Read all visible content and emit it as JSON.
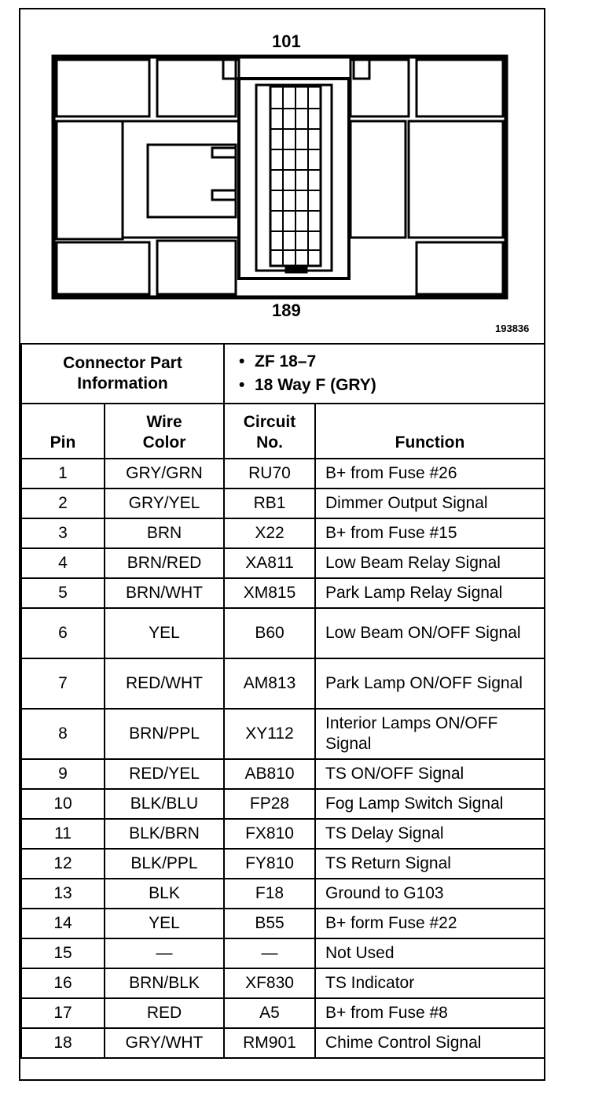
{
  "diagram": {
    "top_label": "101",
    "bottom_label": "189",
    "figure_number": "193836"
  },
  "part_info": {
    "label_line1": "Connector Part",
    "label_line2": "Information",
    "items": [
      "ZF 18–7",
      "18 Way F (GRY)"
    ]
  },
  "headers": {
    "pin": "Pin",
    "wire_l1": "Wire",
    "wire_l2": "Color",
    "circuit_l1": "Circuit",
    "circuit_l2": "No.",
    "function": "Function"
  },
  "rows": [
    {
      "pin": "1",
      "wire": "GRY/GRN",
      "circuit": "RU70",
      "function": "B+ from Fuse #26"
    },
    {
      "pin": "2",
      "wire": "GRY/YEL",
      "circuit": "RB1",
      "function": "Dimmer Output Signal"
    },
    {
      "pin": "3",
      "wire": "BRN",
      "circuit": "X22",
      "function": "B+ from Fuse #15"
    },
    {
      "pin": "4",
      "wire": "BRN/RED",
      "circuit": "XA811",
      "function": "Low Beam Relay Signal"
    },
    {
      "pin": "5",
      "wire": "BRN/WHT",
      "circuit": "XM815",
      "function": "Park Lamp Relay Signal"
    },
    {
      "pin": "6",
      "wire": "YEL",
      "circuit": "B60",
      "function": "Low Beam ON/OFF Signal"
    },
    {
      "pin": "7",
      "wire": "RED/WHT",
      "circuit": "AM813",
      "function": "Park Lamp ON/OFF Signal"
    },
    {
      "pin": "8",
      "wire": "BRN/PPL",
      "circuit": "XY112",
      "function": "Interior Lamps ON/OFF Signal"
    },
    {
      "pin": "9",
      "wire": "RED/YEL",
      "circuit": "AB810",
      "function": "TS ON/OFF Signal"
    },
    {
      "pin": "10",
      "wire": "BLK/BLU",
      "circuit": "FP28",
      "function": "Fog Lamp Switch Signal"
    },
    {
      "pin": "11",
      "wire": "BLK/BRN",
      "circuit": "FX810",
      "function": "TS Delay Signal"
    },
    {
      "pin": "12",
      "wire": "BLK/PPL",
      "circuit": "FY810",
      "function": "TS Return Signal"
    },
    {
      "pin": "13",
      "wire": "BLK",
      "circuit": "F18",
      "function": "Ground to G103"
    },
    {
      "pin": "14",
      "wire": "YEL",
      "circuit": "B55",
      "function": "B+ form Fuse #22"
    },
    {
      "pin": "15",
      "wire": "—",
      "circuit": "—",
      "function": "Not Used"
    },
    {
      "pin": "16",
      "wire": "BRN/BLK",
      "circuit": "XF830",
      "function": "TS Indicator"
    },
    {
      "pin": "17",
      "wire": "RED",
      "circuit": "A5",
      "function": "B+ from Fuse #8"
    },
    {
      "pin": "18",
      "wire": "GRY/WHT",
      "circuit": "RM901",
      "function": "Chime Control Signal"
    }
  ]
}
